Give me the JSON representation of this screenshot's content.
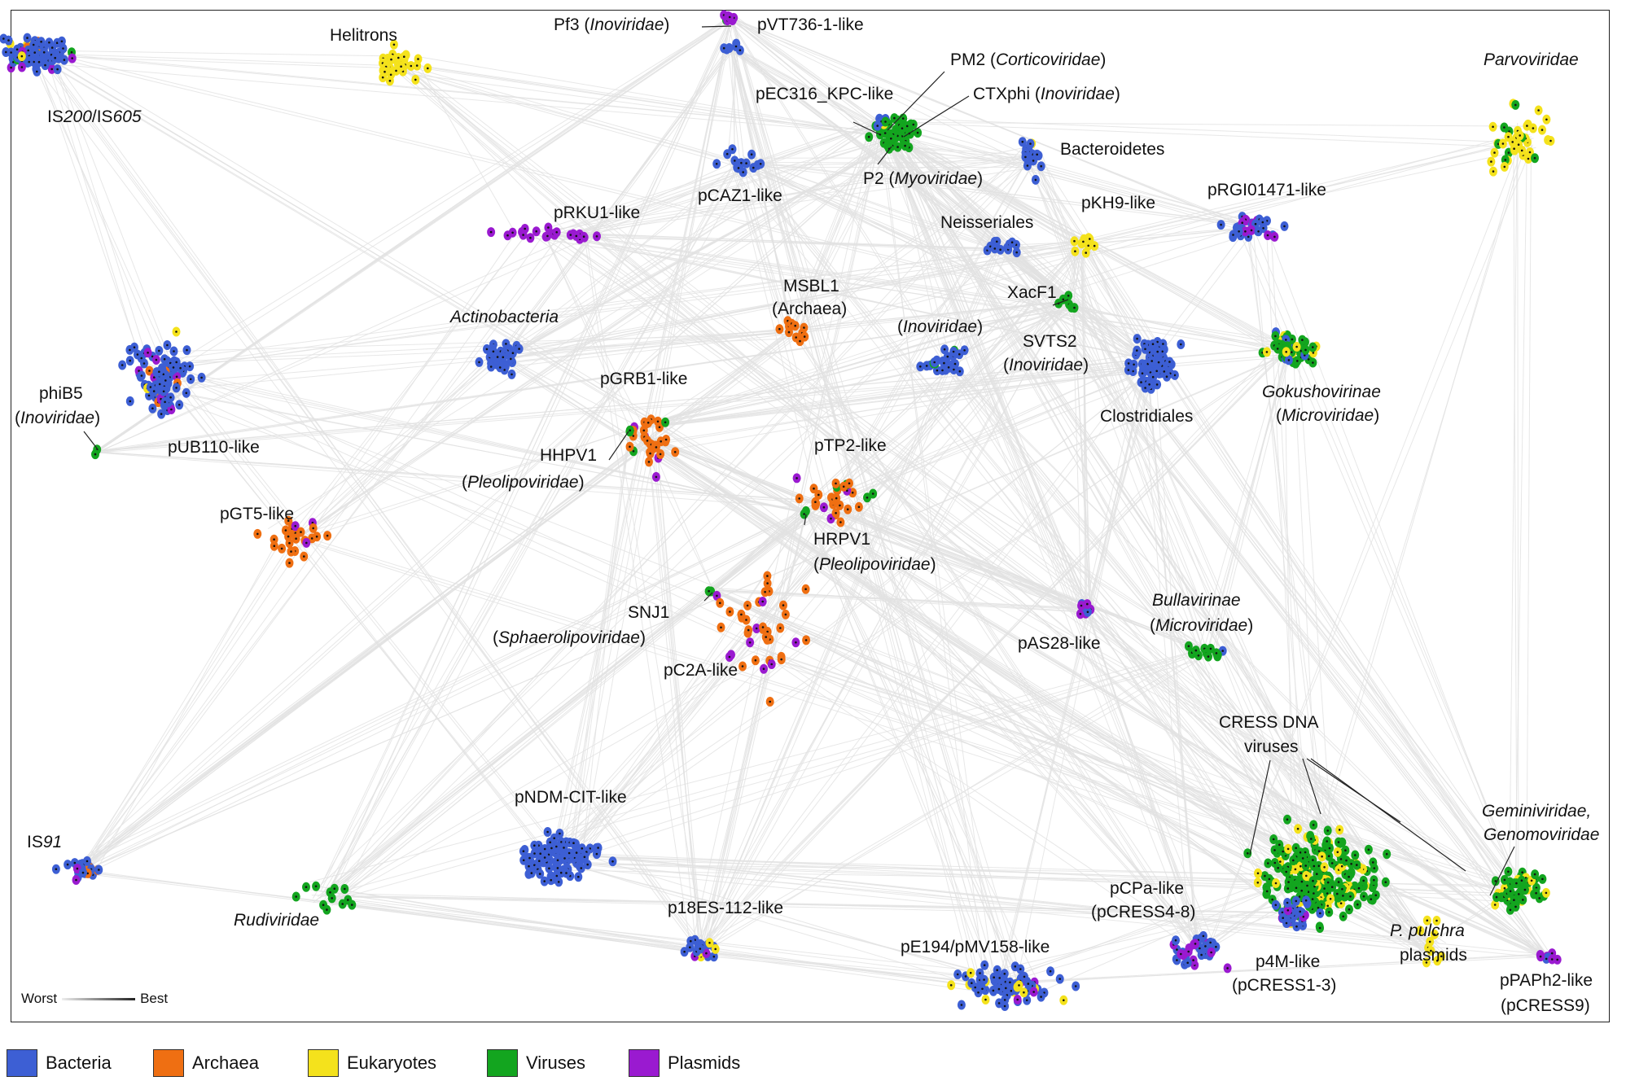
{
  "colors": {
    "bacteria": "#3d5fd4",
    "archaea": "#ef6f12",
    "eukaryotes": "#f4e21c",
    "viruses": "#13a51f",
    "plasmids": "#9a1ad0",
    "edge": "#e2e2e2",
    "node_center": "#111111"
  },
  "legend": [
    {
      "label": "Bacteria",
      "color_key": "bacteria"
    },
    {
      "label": "Archaea",
      "color_key": "archaea"
    },
    {
      "label": "Eukaryotes",
      "color_key": "eukaryotes"
    },
    {
      "label": "Viruses",
      "color_key": "viruses"
    },
    {
      "label": "Plasmids",
      "color_key": "plasmids"
    }
  ],
  "edge_scale": {
    "low": "Worst",
    "high": "Best"
  },
  "clusters": [
    {
      "id": "is200",
      "label": "IS200/IS605",
      "kind": "bacteria",
      "mix": [
        "archaea",
        "plasmids",
        "viruses",
        "eukaryotes"
      ]
    },
    {
      "id": "helitrons",
      "label": "Helitrons",
      "kind": "eukaryotes",
      "mix": []
    },
    {
      "id": "pf3",
      "label": "Pf3 (Inoviridae)",
      "kind": "plasmids",
      "mix": [
        "viruses"
      ]
    },
    {
      "id": "pvt736",
      "label": "pVT736-1-like",
      "kind": "bacteria",
      "mix": []
    },
    {
      "id": "pm2",
      "label": "PM2 (Corticoviridae)",
      "kind": "viruses",
      "mix": []
    },
    {
      "id": "pec316",
      "label": "pEC316_KPC-like",
      "kind": "bacteria",
      "mix": [
        "eukaryotes",
        "viruses"
      ]
    },
    {
      "id": "ctxphi",
      "label": "CTXphi (Inoviridae)",
      "kind": "viruses",
      "mix": []
    },
    {
      "id": "p2",
      "label": "P2 (Myoviridae)",
      "kind": "viruses",
      "mix": []
    },
    {
      "id": "pcaz1",
      "label": "pCAZ1-like",
      "kind": "bacteria",
      "mix": [
        "plasmids"
      ]
    },
    {
      "id": "bacteroidetes",
      "label": "Bacteroidetes",
      "kind": "bacteria",
      "mix": [
        "eukaryotes"
      ]
    },
    {
      "id": "neisseriales",
      "label": "Neisseriales",
      "kind": "bacteria",
      "mix": []
    },
    {
      "id": "pkh9",
      "label": "pKH9-like",
      "kind": "eukaryotes",
      "mix": []
    },
    {
      "id": "prgi01471",
      "label": "pRGI01471-like",
      "kind": "bacteria",
      "mix": [
        "plasmids"
      ]
    },
    {
      "id": "parvoviridae",
      "label": "Parvoviridae",
      "kind": "eukaryotes",
      "mix": [
        "viruses"
      ]
    },
    {
      "id": "prku1",
      "label": "pRKU1-like",
      "kind": "plasmids",
      "mix": []
    },
    {
      "id": "msbl1",
      "label": "MSBL1 (Archaea)",
      "kind": "archaea",
      "mix": []
    },
    {
      "id": "actinobacteria",
      "label": "Actinobacteria",
      "kind": "bacteria",
      "mix": []
    },
    {
      "id": "inoviridae_mid",
      "label": "(Inoviridae)",
      "kind": "bacteria",
      "mix": [
        "viruses"
      ]
    },
    {
      "id": "xacf1",
      "label": "XacF1",
      "kind": "viruses",
      "mix": []
    },
    {
      "id": "svts2",
      "label": "SVTS2 (Inoviridae)",
      "kind": "viruses",
      "mix": []
    },
    {
      "id": "clostridiales",
      "label": "Clostridiales",
      "kind": "bacteria",
      "mix": []
    },
    {
      "id": "gokushovirinae",
      "label": "Gokushovirinae (Microviridae)",
      "kind": "viruses",
      "mix": [
        "bacteria",
        "eukaryotes"
      ]
    },
    {
      "id": "phib5",
      "label": "phiB5 (Inoviridae)",
      "kind": "viruses",
      "mix": []
    },
    {
      "id": "pub110",
      "label": "pUB110-like",
      "kind": "bacteria",
      "mix": [
        "plasmids",
        "archaea",
        "eukaryotes"
      ]
    },
    {
      "id": "pgrb1",
      "label": "pGRB1-like",
      "kind": "archaea",
      "mix": [
        "plasmids",
        "viruses"
      ]
    },
    {
      "id": "hhpv1",
      "label": "HHPV1 (Pleolipoviridae)",
      "kind": "viruses",
      "mix": []
    },
    {
      "id": "ptp2",
      "label": "pTP2-like",
      "kind": "archaea",
      "mix": [
        "plasmids",
        "viruses"
      ]
    },
    {
      "id": "hrpv1",
      "label": "HRPV1 (Pleolipoviridae)",
      "kind": "viruses",
      "mix": []
    },
    {
      "id": "pgt5",
      "label": "pGT5-like",
      "kind": "archaea",
      "mix": [
        "plasmids"
      ]
    },
    {
      "id": "snj1",
      "label": "SNJ1 (Sphaerolipoviridae)",
      "kind": "viruses",
      "mix": []
    },
    {
      "id": "pc2a",
      "label": "pC2A-like",
      "kind": "archaea",
      "mix": [
        "plasmids"
      ]
    },
    {
      "id": "pas28",
      "label": "pAS28-like",
      "kind": "bacteria",
      "mix": [
        "plasmids"
      ]
    },
    {
      "id": "bullavirinae",
      "label": "Bullavirinae (Microviridae)",
      "kind": "viruses",
      "mix": [
        "bacteria"
      ]
    },
    {
      "id": "is91",
      "label": "IS91",
      "kind": "bacteria",
      "mix": [
        "archaea",
        "plasmids"
      ]
    },
    {
      "id": "pndm",
      "label": "pNDM-CIT-like",
      "kind": "bacteria",
      "mix": []
    },
    {
      "id": "p18es",
      "label": "p18ES-112-like",
      "kind": "bacteria",
      "mix": [
        "plasmids",
        "eukaryotes"
      ]
    },
    {
      "id": "rudiviridae",
      "label": "Rudiviridae",
      "kind": "viruses",
      "mix": []
    },
    {
      "id": "cress",
      "label": "CRESS DNA viruses",
      "kind": "viruses",
      "mix": [
        "eukaryotes"
      ]
    },
    {
      "id": "gemini",
      "label": "Geminiviridae, Genomoviridae",
      "kind": "viruses",
      "mix": [
        "eukaryotes"
      ]
    },
    {
      "id": "pcpa",
      "label": "pCPa-like (pCRESS4-8)",
      "kind": "bacteria",
      "mix": [
        "plasmids"
      ]
    },
    {
      "id": "p4m",
      "label": "p4M-like (pCRESS1-3)",
      "kind": "bacteria",
      "mix": [
        "plasmids"
      ]
    },
    {
      "id": "ppulchra",
      "label": "P. pulchra plasmids",
      "kind": "eukaryotes",
      "mix": []
    },
    {
      "id": "pe194",
      "label": "pE194/pMV158-like",
      "kind": "bacteria",
      "mix": [
        "plasmids",
        "eukaryotes"
      ]
    },
    {
      "id": "ppaph2",
      "label": "pPAPh2-like (pCRESS9)",
      "kind": "plasmids",
      "mix": [
        "bacteria"
      ]
    }
  ],
  "labels": [
    {
      "id": "l_is200",
      "parts": [
        {
          "t": "IS"
        },
        {
          "t": "200",
          "i": true
        },
        {
          "t": "/IS"
        },
        {
          "t": "605",
          "i": true
        }
      ]
    },
    {
      "id": "l_helitrons",
      "parts": [
        {
          "t": "Helitrons"
        }
      ]
    },
    {
      "id": "l_pf3",
      "parts": [
        {
          "t": "Pf3 ("
        },
        {
          "t": "Inoviridae",
          "i": true
        },
        {
          "t": ")"
        }
      ]
    },
    {
      "id": "l_pvt736",
      "parts": [
        {
          "t": "pVT736-1-like"
        }
      ]
    },
    {
      "id": "l_pm2",
      "parts": [
        {
          "t": "PM2 ("
        },
        {
          "t": "Corticoviridae",
          "i": true
        },
        {
          "t": ")"
        }
      ]
    },
    {
      "id": "l_pec316",
      "parts": [
        {
          "t": "pEC316_KPC-like"
        }
      ]
    },
    {
      "id": "l_ctxphi",
      "parts": [
        {
          "t": "CTXphi ("
        },
        {
          "t": "Inoviridae",
          "i": true
        },
        {
          "t": ")"
        }
      ]
    },
    {
      "id": "l_bacteroidetes",
      "parts": [
        {
          "t": "Bacteroidetes"
        }
      ]
    },
    {
      "id": "l_p2",
      "parts": [
        {
          "t": "P2 ("
        },
        {
          "t": "Myoviridae",
          "i": true
        },
        {
          "t": ")"
        }
      ]
    },
    {
      "id": "l_pcaz1",
      "parts": [
        {
          "t": "pCAZ1-like"
        }
      ]
    },
    {
      "id": "l_prgi",
      "parts": [
        {
          "t": "pRGI01471-like"
        }
      ]
    },
    {
      "id": "l_pkh9",
      "parts": [
        {
          "t": "pKH9-like"
        }
      ]
    },
    {
      "id": "l_parvo",
      "parts": [
        {
          "t": "Parvoviridae",
          "i": true
        }
      ]
    },
    {
      "id": "l_prku1",
      "parts": [
        {
          "t": "pRKU1-like"
        }
      ]
    },
    {
      "id": "l_neiss",
      "parts": [
        {
          "t": "Neisseriales"
        }
      ]
    },
    {
      "id": "l_msbl1a",
      "parts": [
        {
          "t": "MSBL1"
        }
      ]
    },
    {
      "id": "l_msbl1b",
      "parts": [
        {
          "t": "(Archaea)"
        }
      ]
    },
    {
      "id": "l_actino",
      "parts": [
        {
          "t": "Actinobacteria",
          "i": true
        }
      ]
    },
    {
      "id": "l_xacf1",
      "parts": [
        {
          "t": "XacF1"
        }
      ]
    },
    {
      "id": "l_ino_mid",
      "parts": [
        {
          "t": "("
        },
        {
          "t": "Inoviridae",
          "i": true
        },
        {
          "t": ")"
        }
      ]
    },
    {
      "id": "l_svts2a",
      "parts": [
        {
          "t": "SVTS2"
        }
      ]
    },
    {
      "id": "l_svts2b",
      "parts": [
        {
          "t": "("
        },
        {
          "t": "Inoviridae",
          "i": true
        },
        {
          "t": ")"
        }
      ]
    },
    {
      "id": "l_gokua",
      "parts": [
        {
          "t": "Gokushovirinae",
          "i": true
        }
      ]
    },
    {
      "id": "l_gokub",
      "parts": [
        {
          "t": "("
        },
        {
          "t": "Microviridae",
          "i": true
        },
        {
          "t": ")"
        }
      ]
    },
    {
      "id": "l_clostr",
      "parts": [
        {
          "t": "Clostridiales"
        }
      ]
    },
    {
      "id": "l_phib5a",
      "parts": [
        {
          "t": "phiB5"
        }
      ]
    },
    {
      "id": "l_phib5b",
      "parts": [
        {
          "t": "("
        },
        {
          "t": "Inoviridae",
          "i": true
        },
        {
          "t": ")"
        }
      ]
    },
    {
      "id": "l_pgrb1",
      "parts": [
        {
          "t": "pGRB1-like"
        }
      ]
    },
    {
      "id": "l_pub110",
      "parts": [
        {
          "t": "pUB110-like"
        }
      ]
    },
    {
      "id": "l_hhpv1a",
      "parts": [
        {
          "t": "HHPV1"
        }
      ]
    },
    {
      "id": "l_hhpv1b",
      "parts": [
        {
          "t": "("
        },
        {
          "t": "Pleolipoviridae",
          "i": true
        },
        {
          "t": ")"
        }
      ]
    },
    {
      "id": "l_ptp2",
      "parts": [
        {
          "t": "pTP2-like"
        }
      ]
    },
    {
      "id": "l_pgt5",
      "parts": [
        {
          "t": "pGT5-like"
        }
      ]
    },
    {
      "id": "l_hrpv1a",
      "parts": [
        {
          "t": "HRPV1"
        }
      ]
    },
    {
      "id": "l_hrpv1b",
      "parts": [
        {
          "t": "("
        },
        {
          "t": "Pleolipoviridae",
          "i": true
        },
        {
          "t": ")"
        }
      ]
    },
    {
      "id": "l_snj1a",
      "parts": [
        {
          "t": "SNJ1"
        }
      ]
    },
    {
      "id": "l_snj1b",
      "parts": [
        {
          "t": "("
        },
        {
          "t": "Sphaerolipoviridae",
          "i": true
        },
        {
          "t": ")"
        }
      ]
    },
    {
      "id": "l_bullaa",
      "parts": [
        {
          "t": "Bullavirinae",
          "i": true
        }
      ]
    },
    {
      "id": "l_bullab",
      "parts": [
        {
          "t": "("
        },
        {
          "t": "Microviridae",
          "i": true
        },
        {
          "t": ")"
        }
      ]
    },
    {
      "id": "l_pas28",
      "parts": [
        {
          "t": "pAS28-like"
        }
      ]
    },
    {
      "id": "l_pc2a",
      "parts": [
        {
          "t": "pC2A-like"
        }
      ]
    },
    {
      "id": "l_cressa",
      "parts": [
        {
          "t": "CRESS DNA"
        }
      ]
    },
    {
      "id": "l_cressb",
      "parts": [
        {
          "t": "viruses"
        }
      ]
    },
    {
      "id": "l_pndm",
      "parts": [
        {
          "t": "pNDM-CIT-like"
        }
      ]
    },
    {
      "id": "l_is91",
      "parts": [
        {
          "t": "IS"
        },
        {
          "t": "91",
          "i": true
        }
      ]
    },
    {
      "id": "l_geminia",
      "parts": [
        {
          "t": "Geminiviridae,",
          "i": true
        }
      ]
    },
    {
      "id": "l_geminib",
      "parts": [
        {
          "t": "Genomoviridae",
          "i": true
        }
      ]
    },
    {
      "id": "l_pcpaa",
      "parts": [
        {
          "t": "pCPa-like"
        }
      ]
    },
    {
      "id": "l_pcpab",
      "parts": [
        {
          "t": "(pCRESS4-8)"
        }
      ]
    },
    {
      "id": "l_p18es",
      "parts": [
        {
          "t": "p18ES-112-like"
        }
      ]
    },
    {
      "id": "l_rudi",
      "parts": [
        {
          "t": "Rudiviridae",
          "i": true
        }
      ]
    },
    {
      "id": "l_ppula",
      "parts": [
        {
          "t": "P. pulchra",
          "i": true
        }
      ]
    },
    {
      "id": "l_ppulb",
      "parts": [
        {
          "t": "plasmids"
        }
      ]
    },
    {
      "id": "l_pe194",
      "parts": [
        {
          "t": "pE194/pMV158-like"
        }
      ]
    },
    {
      "id": "l_p4ma",
      "parts": [
        {
          "t": "p4M-like"
        }
      ]
    },
    {
      "id": "l_p4mb",
      "parts": [
        {
          "t": "(pCRESS1-3)"
        }
      ]
    },
    {
      "id": "l_ppapha",
      "parts": [
        {
          "t": "pPAPh2-like"
        }
      ]
    },
    {
      "id": "l_ppaphb",
      "parts": [
        {
          "t": "(pCRESS9)"
        }
      ]
    }
  ]
}
